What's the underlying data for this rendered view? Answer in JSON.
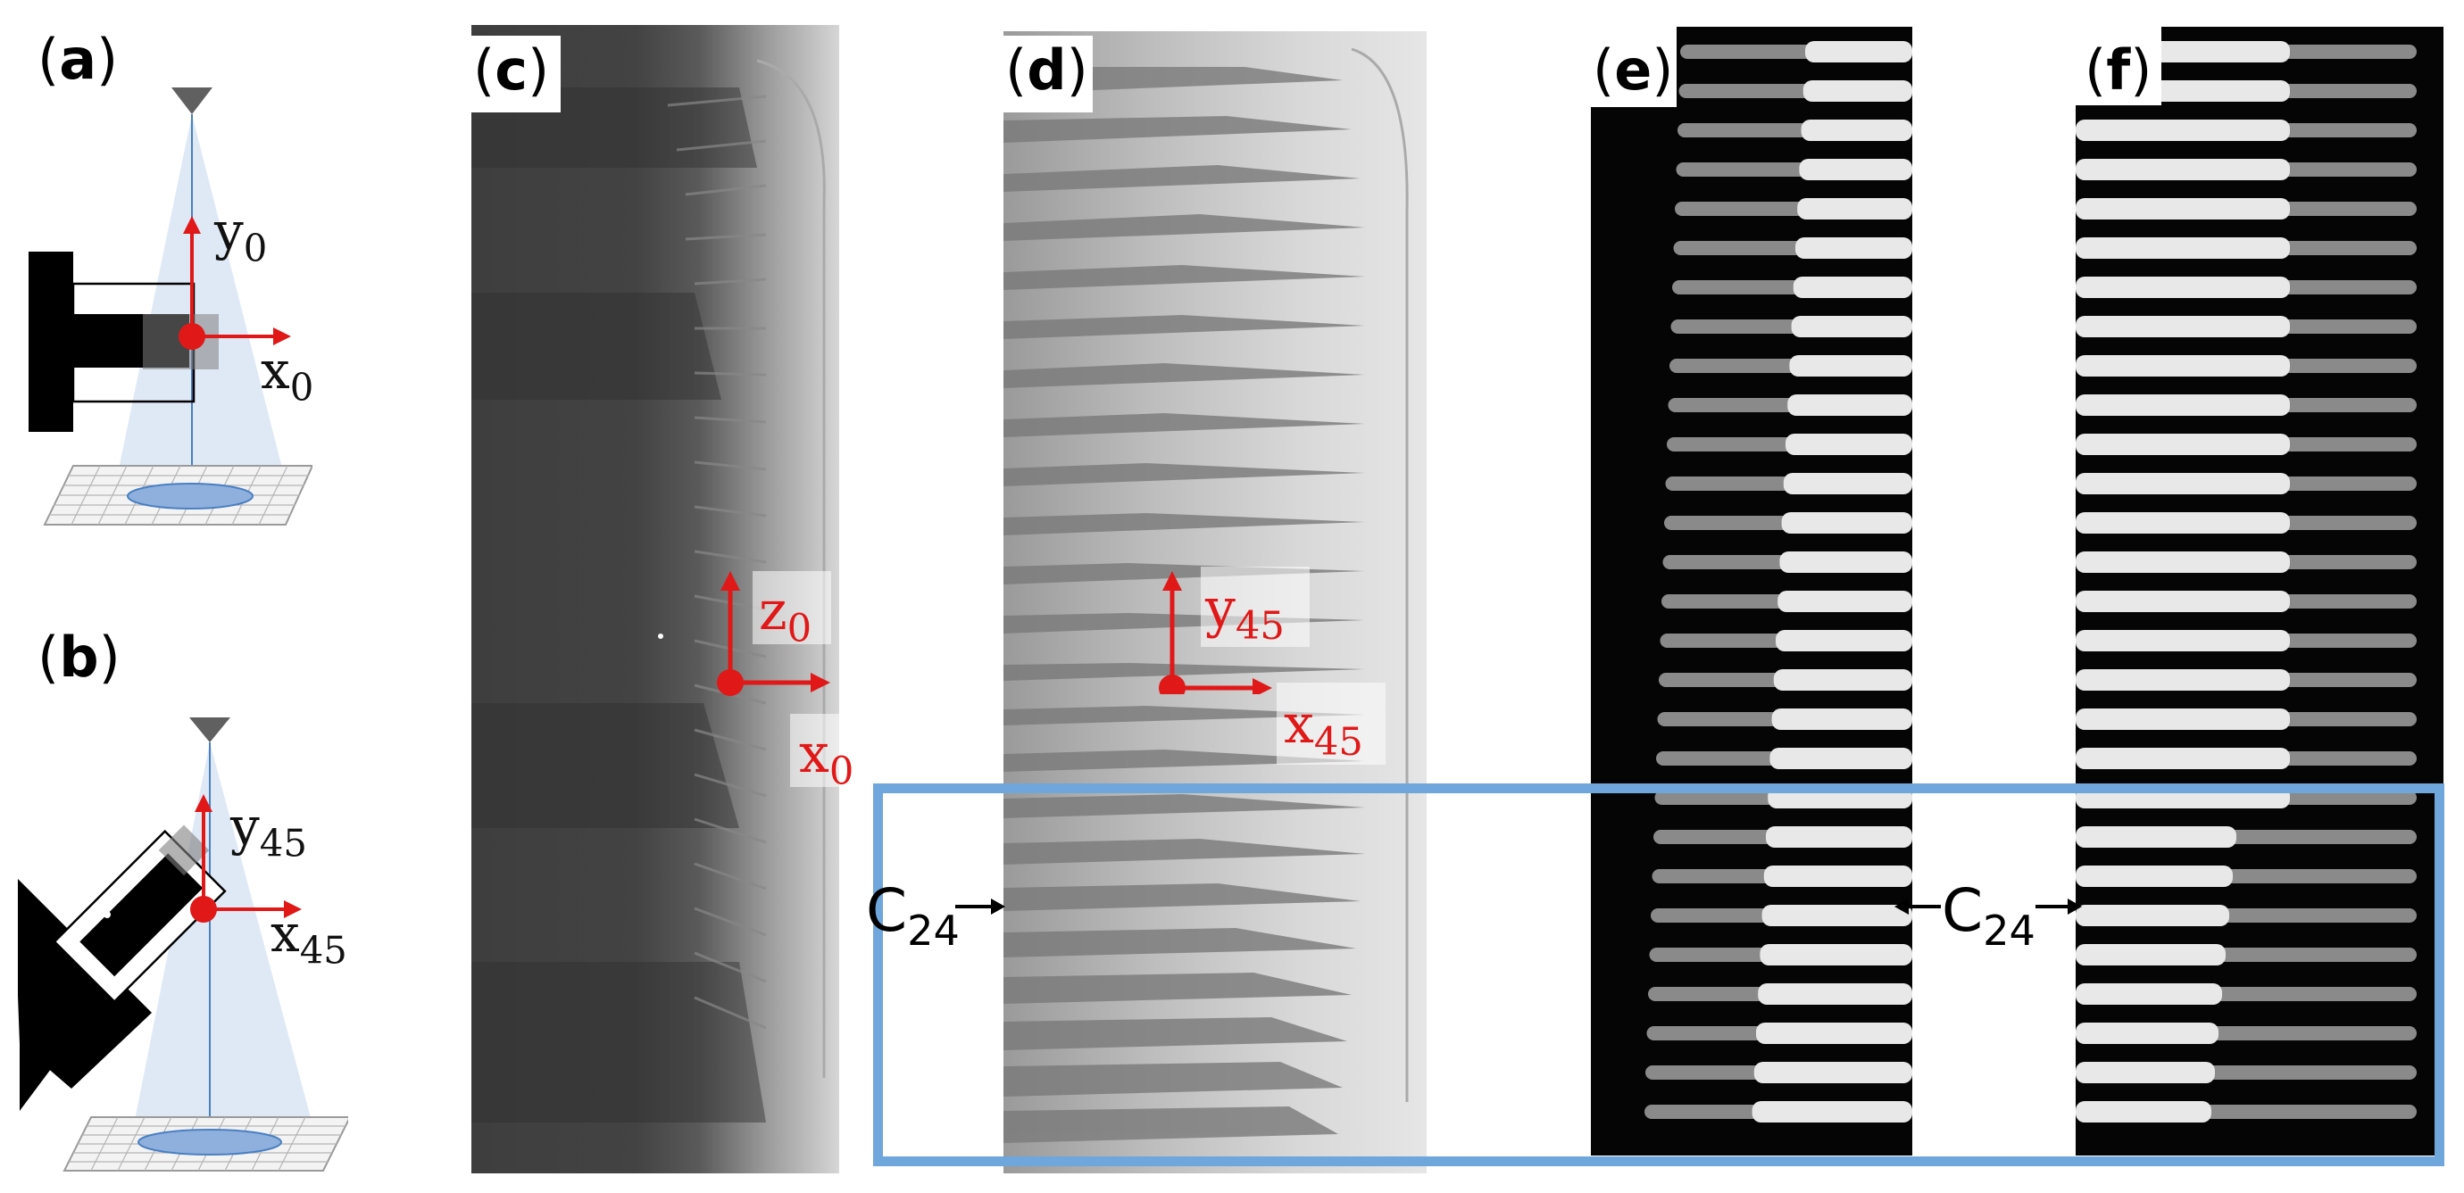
{
  "panels": {
    "a": {
      "label": "a",
      "axes": {
        "y": {
          "base": "y",
          "sub": "0"
        },
        "x": {
          "base": "x",
          "sub": "0"
        }
      }
    },
    "b": {
      "label": "b",
      "axes": {
        "y": {
          "base": "y",
          "sub": "45"
        },
        "x": {
          "base": "x",
          "sub": "45"
        }
      }
    },
    "c": {
      "label": "c",
      "axes": {
        "z": {
          "base": "z",
          "sub": "0"
        },
        "x": {
          "base": "x",
          "sub": "0"
        }
      }
    },
    "d": {
      "label": "d",
      "axes": {
        "y": {
          "base": "y",
          "sub": "45"
        },
        "x": {
          "base": "x",
          "sub": "45"
        }
      }
    },
    "e": {
      "label": "e"
    },
    "f": {
      "label": "f"
    }
  },
  "annotations": {
    "c24_left": {
      "base": "C",
      "sub": "24"
    },
    "c24_right": {
      "base": "C",
      "sub": "24"
    }
  },
  "colors": {
    "axis": "#e01818",
    "highlight_box": "#6fa6dc",
    "beam": "#dbe7f5",
    "detector": "#b8cbe6"
  }
}
